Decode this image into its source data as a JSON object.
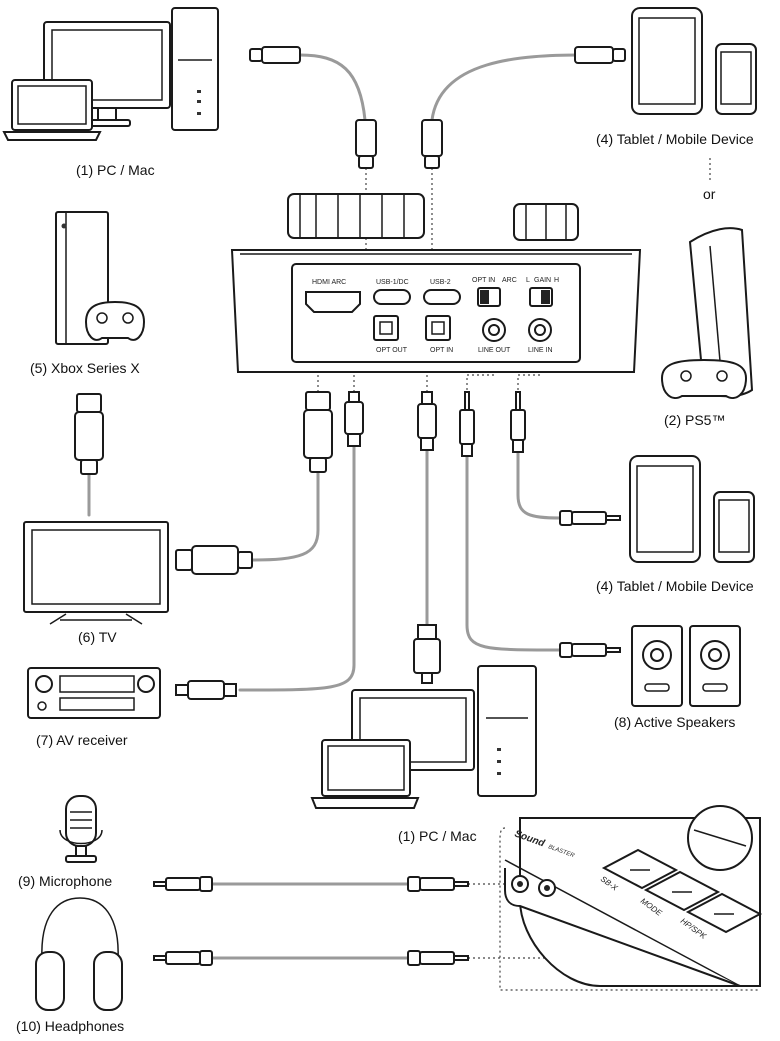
{
  "labels": {
    "pc_mac_top": "(1) PC / Mac",
    "tablet_top": "(4) Tablet / Mobile Device",
    "or_text": "or",
    "xbox": "(5) Xbox Series X",
    "ps5": "(2) PS5™",
    "tablet_mid": "(4) Tablet / Mobile Device",
    "tv": "(6) TV",
    "av_receiver": "(7) AV receiver",
    "active_speakers": "(8) Active Speakers",
    "pc_mac_bottom": "(1) PC / Mac",
    "microphone": "(9) Microphone",
    "headphones": "(10) Headphones"
  },
  "device_ports": {
    "hdmi_arc": "HDMI ARC",
    "usb1": "USB-1/DC",
    "usb2": "USB-2",
    "opt_in_switch": "OPT IN",
    "arc_switch": "ARC",
    "gain_l": "L",
    "gain": "GAIN",
    "gain_h": "H",
    "opt_out": "OPT OUT",
    "opt_in": "OPT IN",
    "line_out": "LINE OUT",
    "line_in": "LINE IN"
  },
  "front_panel": {
    "brand_top": "Sound",
    "brand_bottom": "BLASTER",
    "btn_sbx": "SB-X",
    "btn_mode": "MODE",
    "btn_hpspk": "HP/SPK"
  }
}
